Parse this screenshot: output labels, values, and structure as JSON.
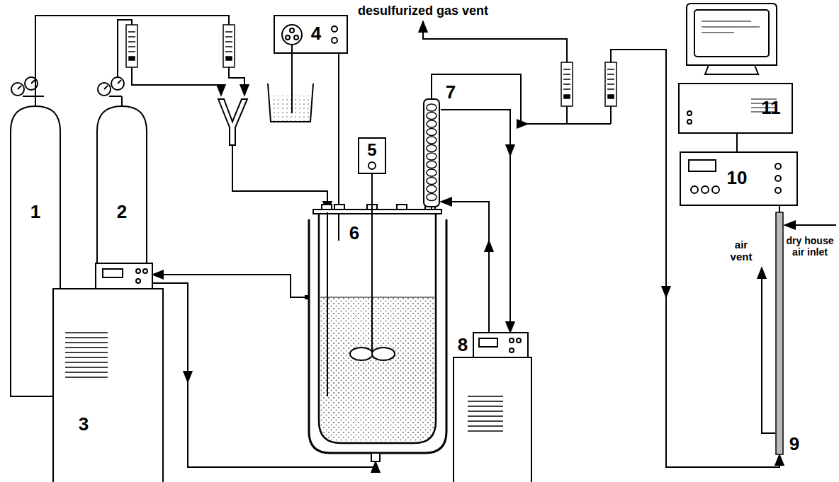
{
  "diagram": {
    "labels": [
      "desulfurized gas vent",
      "1",
      "2",
      "4",
      "5",
      "7",
      "6",
      "3",
      "8",
      "11",
      "10",
      "air vent",
      "dry house air inlet",
      "9"
    ]
  }
}
